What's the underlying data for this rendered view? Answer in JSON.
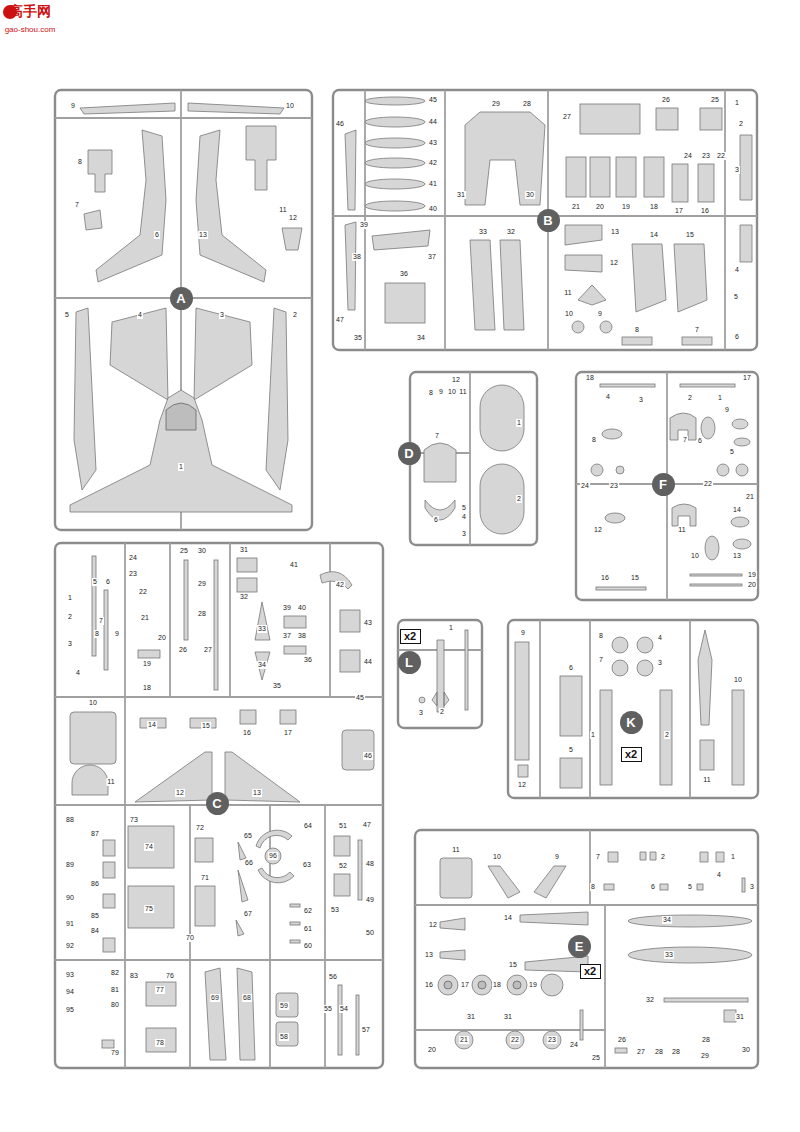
{
  "diagram": {
    "nodes": [
      {
        "text": [
          "A"
        ]
      },
      {
        "text": [
          "B"
        ]
      },
      {
        "text": [
          "D"
        ]
      },
      {
        "text": [
          "F"
        ]
      },
      {
        "text": [
          "C"
        ]
      },
      {
        "text": [
          "x2"
        ]
      },
      {
        "text": [
          "L"
        ]
      },
      {
        "text": [
          "K"
        ]
      },
      {
        "text": [
          "x2"
        ]
      },
      {
        "text": [
          "E"
        ]
      },
      {
        "text": [
          "x2"
        ]
      }
    ],
    "labels": [
      "高手网",
      "gao-shou.com",
      "9",
      "10",
      "8",
      "7",
      "6",
      "13",
      "11",
      "12",
      "5",
      "4",
      "3",
      "2",
      "1",
      "45",
      "44",
      "43",
      "42",
      "41",
      "40",
      "46",
      "29",
      "28",
      "26",
      "25",
      "1",
      "27",
      "2",
      "24",
      "23",
      "22",
      "3",
      "31",
      "30",
      "21",
      "20",
      "19",
      "18",
      "17",
      "16",
      "39",
      "38",
      "37",
      "36",
      "33",
      "32",
      "13",
      "12",
      "14",
      "15",
      "4",
      "11",
      "47",
      "35",
      "34",
      "10",
      "9",
      "5",
      "8",
      "7",
      "6",
      "12",
      "8",
      "9",
      "10",
      "11",
      "1",
      "7",
      "2",
      "5",
      "4",
      "6",
      "3",
      "18",
      "17",
      "4",
      "3",
      "2",
      "1",
      "9",
      "8",
      "7",
      "6",
      "5",
      "24",
      "23",
      "22",
      "21",
      "14",
      "12",
      "11",
      "10",
      "13",
      "16",
      "15",
      "19",
      "20",
      "1",
      "5",
      "6",
      "2",
      "3",
      "4",
      "7",
      "8",
      "9",
      "24",
      "23",
      "22",
      "21",
      "20",
      "19",
      "18",
      "25",
      "30",
      "29",
      "28",
      "26",
      "27",
      "31",
      "32",
      "41",
      "42",
      "39",
      "40",
      "37",
      "38",
      "33",
      "36",
      "34",
      "35",
      "43",
      "44",
      "45",
      "10",
      "14",
      "15",
      "16",
      "17",
      "46",
      "11",
      "12",
      "13",
      "88",
      "73",
      "72",
      "65",
      "64",
      "51",
      "47",
      "87",
      "74",
      "96",
      "48",
      "89",
      "86",
      "71",
      "66",
      "63",
      "52",
      "90",
      "85",
      "67",
      "49",
      "75",
      "53",
      "62",
      "61",
      "91",
      "84",
      "70",
      "60",
      "50",
      "92",
      "93",
      "82",
      "83",
      "76",
      "81",
      "94",
      "77",
      "80",
      "95",
      "69",
      "68",
      "56",
      "59",
      "58",
      "55",
      "54",
      "57",
      "79",
      "78",
      "1",
      "2",
      "3",
      "9",
      "8",
      "4",
      "7",
      "3",
      "6",
      "5",
      "1",
      "2",
      "10",
      "11",
      "12",
      "11",
      "10",
      "9",
      "7",
      "2",
      "1",
      "8",
      "6",
      "5",
      "4",
      "3",
      "12",
      "14",
      "34",
      "13",
      "15",
      "33",
      "16",
      "17",
      "18",
      "19",
      "31",
      "31",
      "31",
      "32",
      "21",
      "22",
      "23",
      "24",
      "20",
      "25",
      "26",
      "27",
      "28",
      "28",
      "28",
      "29",
      "30"
    ]
  }
}
